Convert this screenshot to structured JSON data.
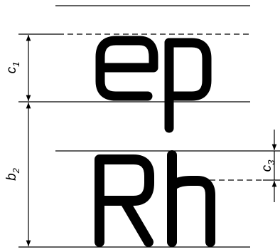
{
  "dimensions": {
    "c1": {
      "letter": "c",
      "sub": "1"
    },
    "b2": {
      "letter": "b",
      "sub": "2"
    },
    "c3": {
      "letter": "c",
      "sub": "3"
    }
  },
  "samples": {
    "lowercase": "ep",
    "uppercase": "Rh"
  },
  "colors": {
    "ink": "#000000",
    "background": "#ffffff"
  }
}
